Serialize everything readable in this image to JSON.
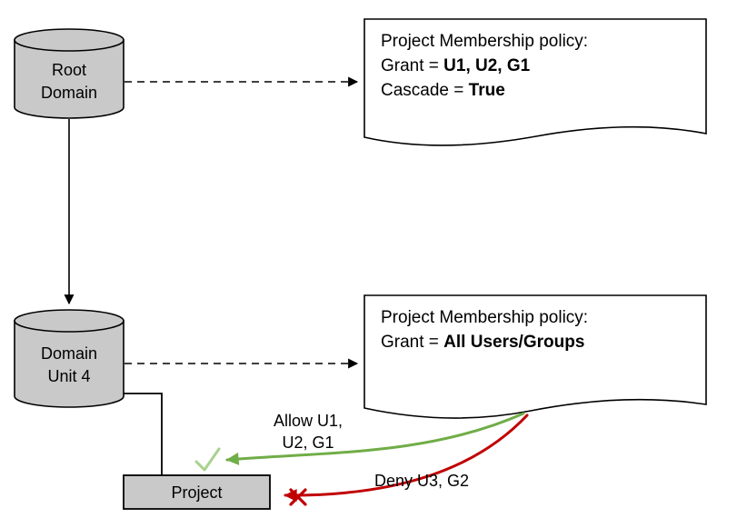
{
  "diagram": {
    "nodes": {
      "root_domain": {
        "lines": [
          "Root",
          "Domain"
        ]
      },
      "domain_unit_4": {
        "lines": [
          "Domain",
          "Unit 4"
        ]
      },
      "project": {
        "label": "Project"
      }
    },
    "policy_notes": {
      "root_domain_policy": {
        "title": "Project Membership policy:",
        "grant_label": "Grant = ",
        "grant_value": "U1, U2, G1",
        "cascade_label": "Cascade = ",
        "cascade_value": "True"
      },
      "domain_unit_4_policy": {
        "title": "Project Membership policy:",
        "grant_label": "Grant = ",
        "grant_value": "All Users/Groups"
      }
    },
    "flow_labels": {
      "allow": {
        "lines": [
          "Allow U1,",
          "U2, G1"
        ]
      },
      "deny": "Deny U3, G2"
    },
    "colors": {
      "node_fill": "#c9c9c9",
      "outline": "#000000",
      "note_fill": "#ffffff",
      "allow_green": "#70ad47",
      "check_green": "#a9d18e",
      "deny_red": "#c00000"
    }
  }
}
